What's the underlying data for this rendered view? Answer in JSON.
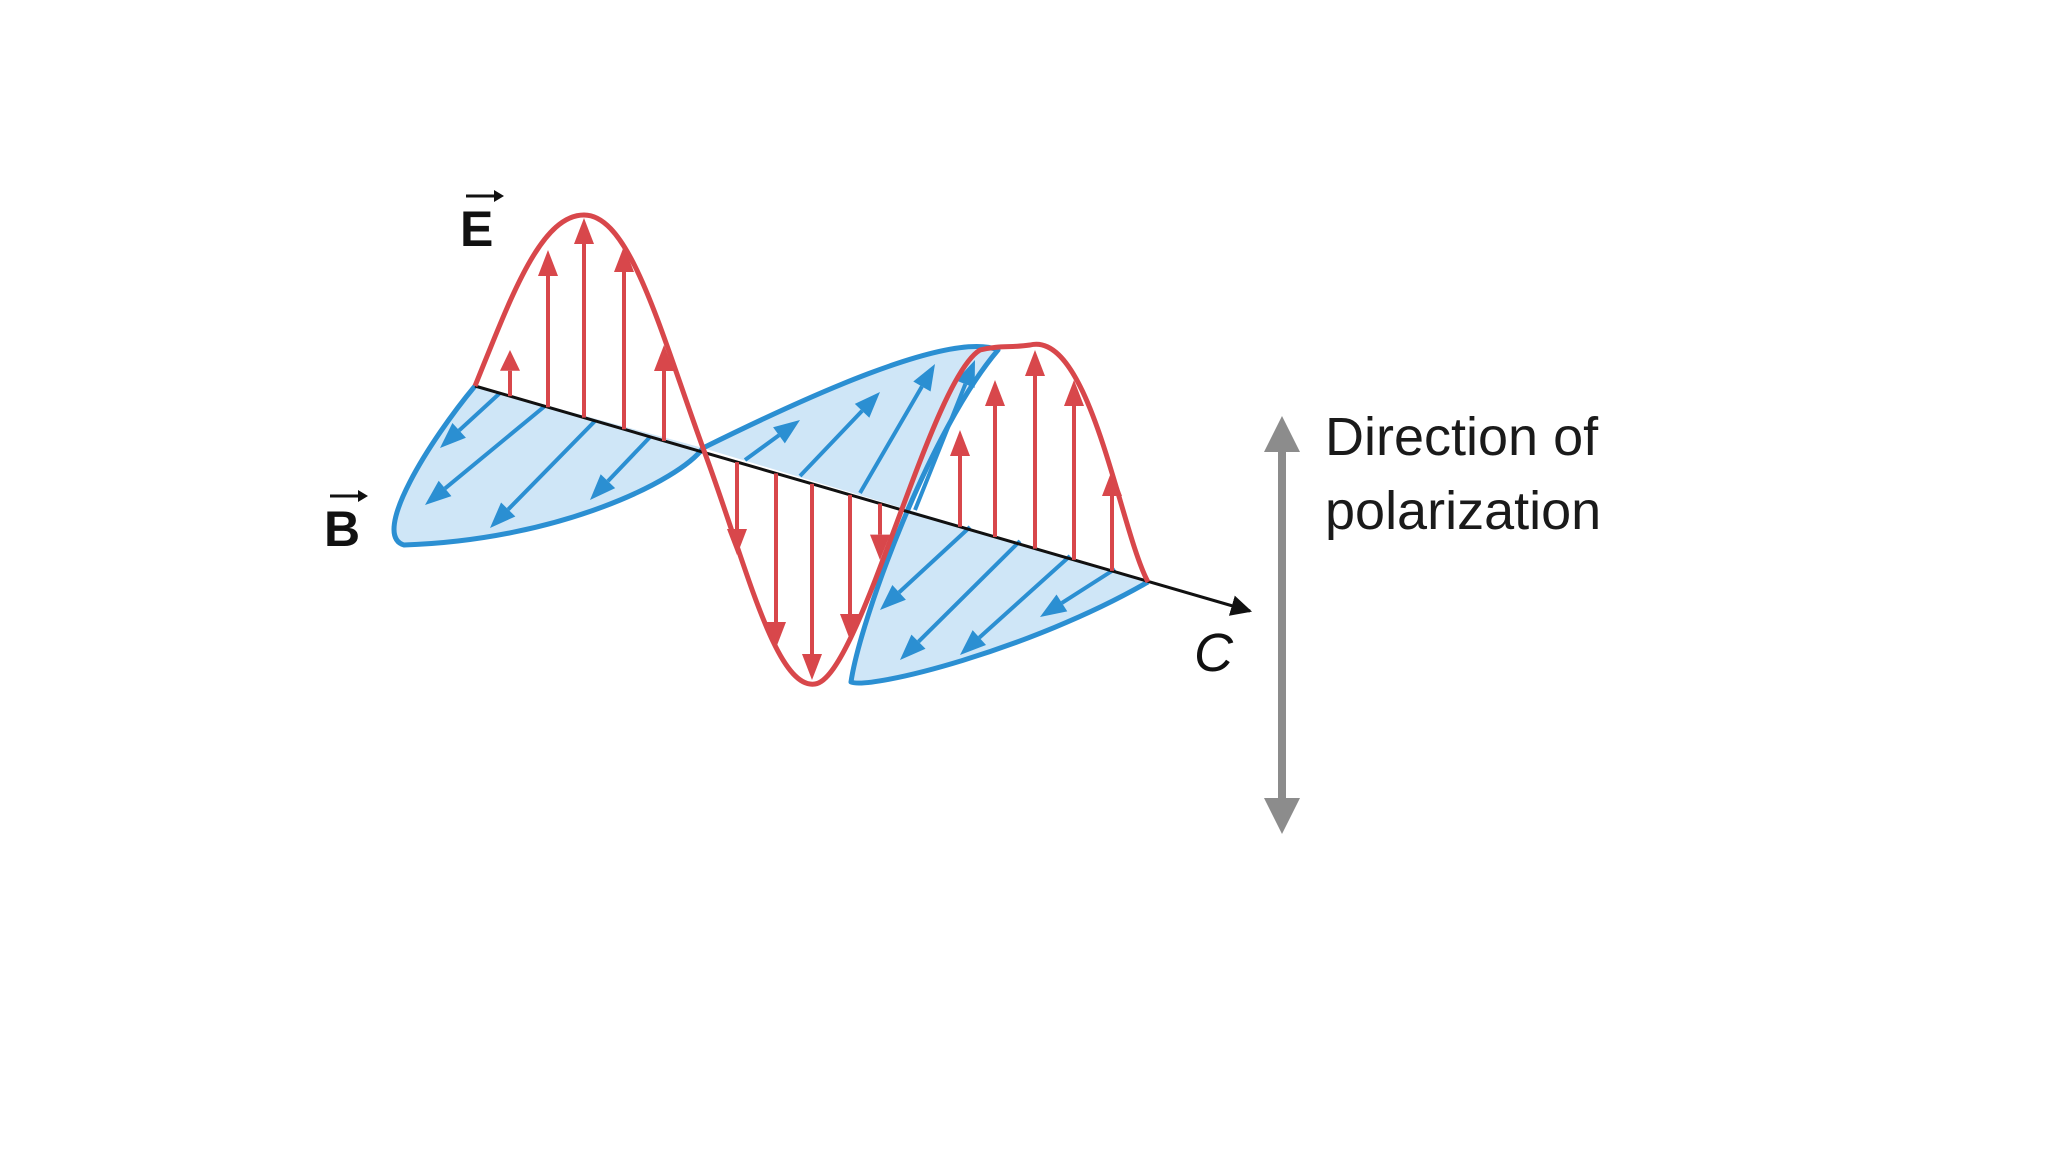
{
  "labels": {
    "electric_field": "E",
    "magnetic_field": "B",
    "propagation": "C"
  },
  "caption": {
    "line1": "Direction of",
    "line2": "polarization"
  },
  "colors": {
    "electric": "#d8474b",
    "magnetic": "#2b8fd2",
    "axis": "#111111",
    "polarization_arrow": "#8c8c8c"
  }
}
